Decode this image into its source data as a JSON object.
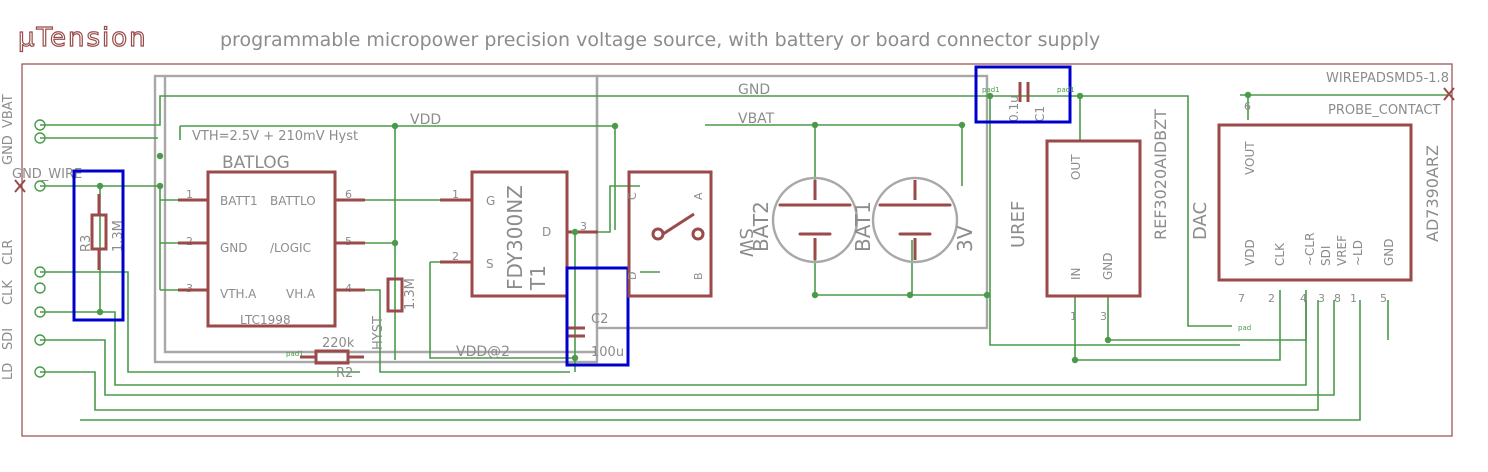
{
  "title": "µTension",
  "subtitle": "programmable micropower precision voltage source, with battery or board connector supply",
  "left_connector": [
    "GND",
    "VBAT",
    "GND_WIRE",
    "CLK",
    "CLR",
    "SDI",
    "LD"
  ],
  "nets": {
    "vth_note": "VTH=2.5V + 210mV Hyst",
    "vdd": "VDD",
    "vdd2": "VDD@2",
    "gnd": "GND",
    "vbat": "VBAT"
  },
  "parts": {
    "batlog": {
      "name": "BATLOG",
      "value": "LTC1998",
      "pins_left": [
        "BATT1",
        "GND",
        "VTH.A"
      ],
      "pins_right": [
        "BATTLO",
        "/LOGIC",
        "VH.A"
      ],
      "pin_numbers": [
        "1",
        "2",
        "3",
        "6",
        "5",
        "4"
      ]
    },
    "r3": {
      "name": "R3",
      "value": "1.3M"
    },
    "r1": {
      "name": "HYST",
      "value": "1.3M"
    },
    "r2": {
      "name": "R2",
      "value": "220k"
    },
    "q1": {
      "name": "T1",
      "value": "FDY300NZ",
      "pins": [
        "G",
        "S",
        "D"
      ],
      "pin_numbers": [
        "1",
        "2",
        "3"
      ]
    },
    "c2": {
      "name": "C2",
      "value": "100u"
    },
    "sw": {
      "name": "SW",
      "pins": [
        "C",
        "A",
        "D",
        "B"
      ]
    },
    "bat2": {
      "name": "BAT2"
    },
    "bat1": {
      "name": "BAT1",
      "value": "3V"
    },
    "c1": {
      "name": "C1",
      "value": "0.1u"
    },
    "uref": {
      "name": "UREF",
      "value": "REF3020AIDBZT",
      "pins": [
        "OUT",
        "IN",
        "GND"
      ],
      "pin_numbers": [
        "1",
        "3"
      ]
    },
    "dac": {
      "name": "DAC",
      "value": "AD7390ARZ",
      "pins_top": [
        "VOUT"
      ],
      "pins_bottom": [
        "VDD",
        "CLK",
        "~CLR",
        "SDI",
        "VREF",
        "~LD",
        "GND"
      ],
      "pin_numbers": [
        "6",
        "7",
        "2",
        "4",
        "3",
        "8",
        "1",
        "5"
      ]
    },
    "probe": {
      "name": "WIREPADSMD5-1.8",
      "value": "PROBE_CONTACT"
    }
  },
  "pad_label": "pad1",
  "pad_label_b": "pad",
  "highlight_color": "#0000cc",
  "part_color": "#9a4a4a",
  "wire_color": "#4a9a4a",
  "text_color": "#8c8c8c"
}
